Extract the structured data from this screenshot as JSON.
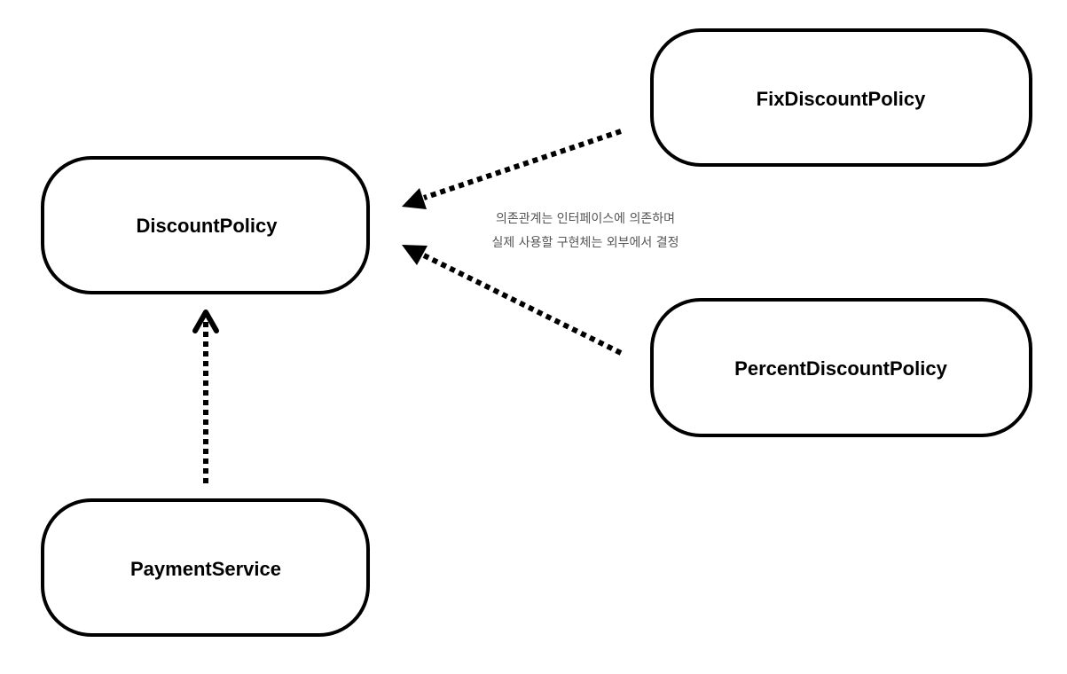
{
  "nodes": {
    "discount_policy": "DiscountPolicy",
    "fix_discount_policy": "FixDiscountPolicy",
    "percent_discount_policy": "PercentDiscountPolicy",
    "payment_service": "PaymentService"
  },
  "annotation": {
    "line1": "의존관계는 인터페이스에 의존하며",
    "line2": "실제 사용할 구현체는 외부에서 결정"
  },
  "colors": {
    "stroke": "#000000",
    "background": "#ffffff",
    "annotation_text": "#555555"
  }
}
